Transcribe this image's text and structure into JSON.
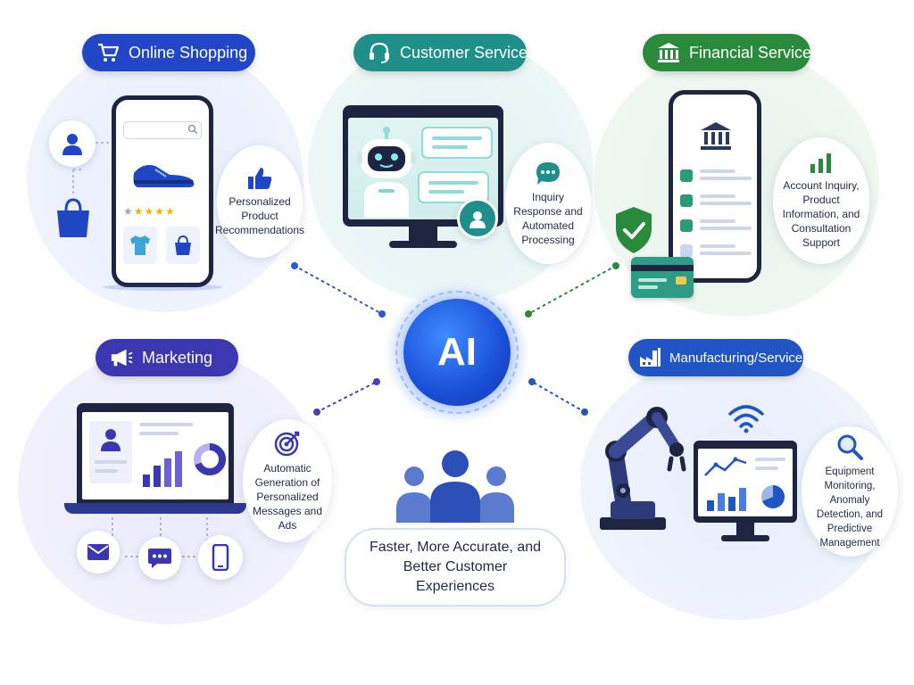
{
  "center": {
    "label": "AI"
  },
  "bottom_caption": "Faster, More Accurate, and Better Customer Experiences",
  "sections": {
    "online_shopping": {
      "title": "Online Shopping",
      "note": "Personalized Product Recommendations",
      "color": "#2147c8"
    },
    "customer_service": {
      "title": "Customer Service",
      "note": "Inquiry Response and Automated Processing",
      "color": "#1f8f8a"
    },
    "financial_services": {
      "title": "Financial Services",
      "note": "Account Inquiry, Product Information, and Consultation Support",
      "color": "#2a8a3c"
    },
    "marketing": {
      "title": "Marketing",
      "note": "Automatic Generation of Personalized Messages and Ads",
      "color": "#3b37b0"
    },
    "manufacturing": {
      "title": "Manufacturing/Services",
      "note": "Equipment Monitoring, Anomaly Detection, and Predictive Management",
      "color": "#2255c4"
    }
  },
  "icons": [
    "cart-icon",
    "headset-icon",
    "bank-icon",
    "megaphone-icon",
    "factory-icon",
    "thumbs-up-icon",
    "chat-icon",
    "bar-chart-icon",
    "target-icon",
    "magnifier-icon",
    "robot-icon",
    "robot-arm-icon",
    "shield-icon",
    "credit-card-icon",
    "mail-icon",
    "phone-icon",
    "people-icon",
    "wifi-icon"
  ]
}
